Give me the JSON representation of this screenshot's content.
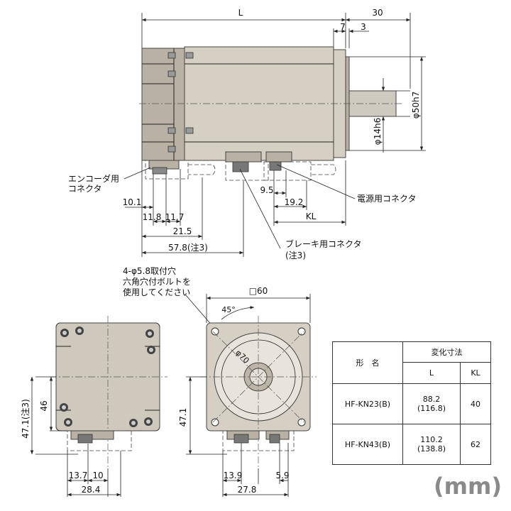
{
  "side_view": {
    "dim_L": "L",
    "dim_30": "30",
    "dim_7": "7",
    "dim_3": "3",
    "dim_shaft_fit": "φ50h7",
    "dim_shaft_dia": "φ14h6",
    "dim_9_5": "9.5",
    "dim_19_2": "19.2",
    "dim_KL": "KL",
    "dim_10_1": "10.1",
    "dim_11_8": "11.8",
    "dim_11_7": "11.7",
    "dim_21_5": "21.5",
    "dim_57_8": "57.8(注3)",
    "encoder_connector_line1": "エンコーダ用",
    "encoder_connector_line2": "コネクタ",
    "power_connector": "電源用コネクタ",
    "brake_connector": "ブレーキ用コネクタ",
    "brake_note": "(注3)"
  },
  "mounting_note": {
    "line1": "4-φ5.8取付穴",
    "line2": "六角穴付ボルトを",
    "line3": "使用してください"
  },
  "rear_view": {
    "dim_47_1_note": "47.1(注3)",
    "dim_46": "46",
    "dim_13_7": "13.7",
    "dim_10": "10",
    "dim_28_4": "28.4"
  },
  "front_view": {
    "dim_square": "□60",
    "dim_angle": "45°",
    "dim_pcd": "φ70",
    "dim_47_1": "47.1",
    "dim_13_9": "13.9",
    "dim_5_9": "5.9",
    "dim_27_8": "27.8"
  },
  "table": {
    "header_model": "形　名",
    "header_dims": "変化寸法",
    "header_L": "L",
    "header_KL": "KL",
    "rows": [
      {
        "model": "HF-KN23(B)",
        "L": "88.2",
        "L_brake": "(116.8)",
        "KL": "40"
      },
      {
        "model": "HF-KN43(B)",
        "L": "110.2",
        "L_brake": "(138.8)",
        "KL": "62"
      }
    ]
  },
  "unit": "(mm)"
}
